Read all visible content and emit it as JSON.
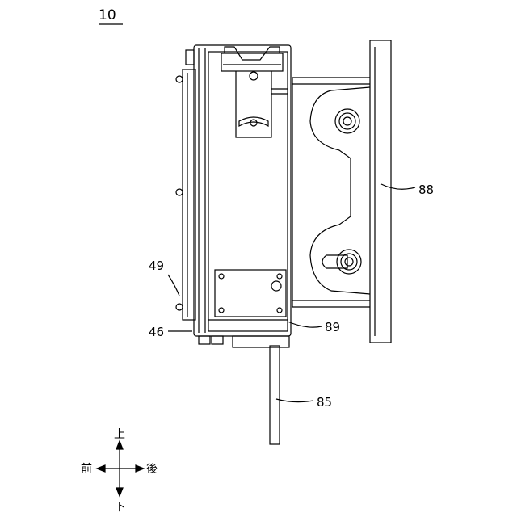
{
  "figure": {
    "number": "10"
  },
  "labels": {
    "l49": "49",
    "l46": "46",
    "l89": "89",
    "l88": "88",
    "l85": "85"
  },
  "directions": {
    "up": "上",
    "down": "下",
    "front": "前",
    "back": "後"
  }
}
